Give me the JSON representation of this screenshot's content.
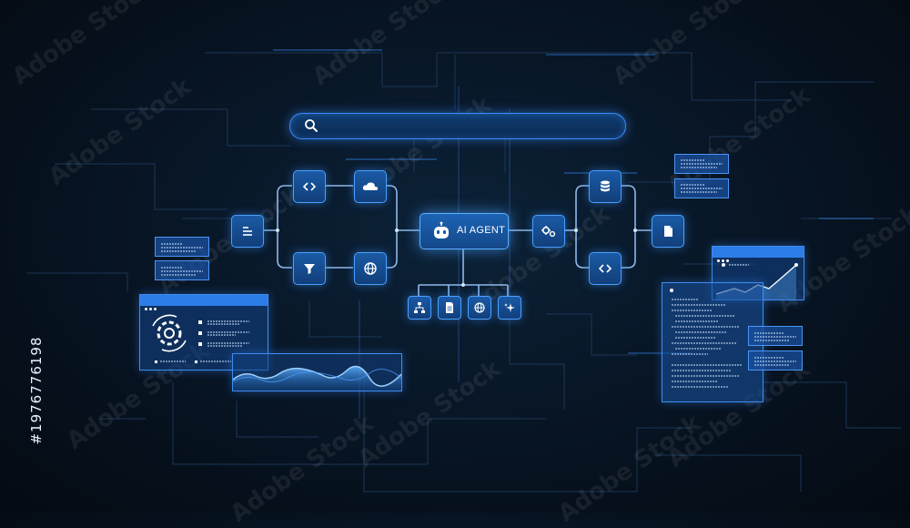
{
  "watermark": {
    "text": "Adobe Stock",
    "stock_id": "#1976776198"
  },
  "search": {
    "icon": "search-icon",
    "placeholder": "",
    "value": ""
  },
  "agent": {
    "label": "AI AGENT",
    "icon": "robot-icon"
  },
  "nodes": {
    "left_input": "menu-lines-icon",
    "left_top": [
      "code-icon",
      "cloud-icon"
    ],
    "left_bottom": [
      "filter-icon",
      "globe-icon"
    ],
    "right_gear": "gears-icon",
    "right_top": "database-icon",
    "right_bottom": "code-icon",
    "right_output": "document-icon",
    "tools": [
      "sitemap-icon",
      "document-icon",
      "globe-icon",
      "sparkle-icon"
    ]
  },
  "panels": {
    "settings_window": {
      "icon": "settings-sync-icon"
    },
    "waveform": {
      "icon": "waveform-chart"
    },
    "chart_window": {
      "icon": "line-chart"
    },
    "document_window": {
      "icon": "text-document"
    }
  },
  "colors": {
    "accent": "#3a8cff",
    "glow": "#5ab0ff",
    "background": "#07111d"
  }
}
